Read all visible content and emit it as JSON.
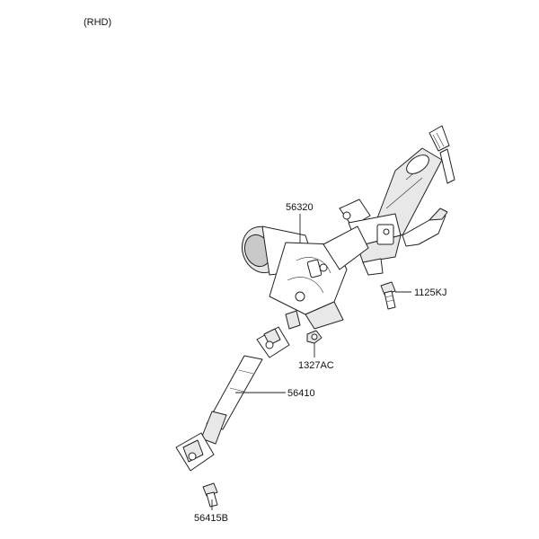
{
  "diagram": {
    "variant_label": "(RHD)",
    "callouts": {
      "gear_box": "56320",
      "bolt": "1125KJ",
      "nut": "1327AC",
      "intermediate_shaft": "56410",
      "yoke_bolt": "56415B"
    }
  }
}
